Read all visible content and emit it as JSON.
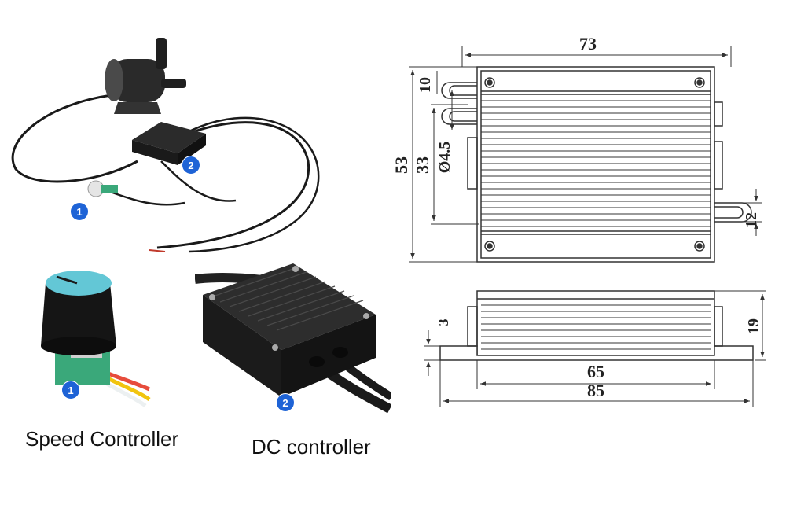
{
  "photos": {
    "badge_1": "1",
    "badge_2": "2"
  },
  "captions": {
    "speed_controller": "Speed Controller",
    "dc_controller": "DC controller"
  },
  "drawing": {
    "top_view": {
      "width": "73",
      "height": "53",
      "hole_spacing": "33",
      "slot_offset": "10",
      "hole_diameter": "Ø4.5",
      "tab_height": "12"
    },
    "side_view": {
      "body_length": "65",
      "total_length": "85",
      "height": "19",
      "flange_thickness": "3"
    }
  },
  "colors": {
    "badge": "#1e63d6",
    "line": "#333333",
    "knob_cap": "#63c7d6",
    "pcb": "#3aa87a"
  }
}
